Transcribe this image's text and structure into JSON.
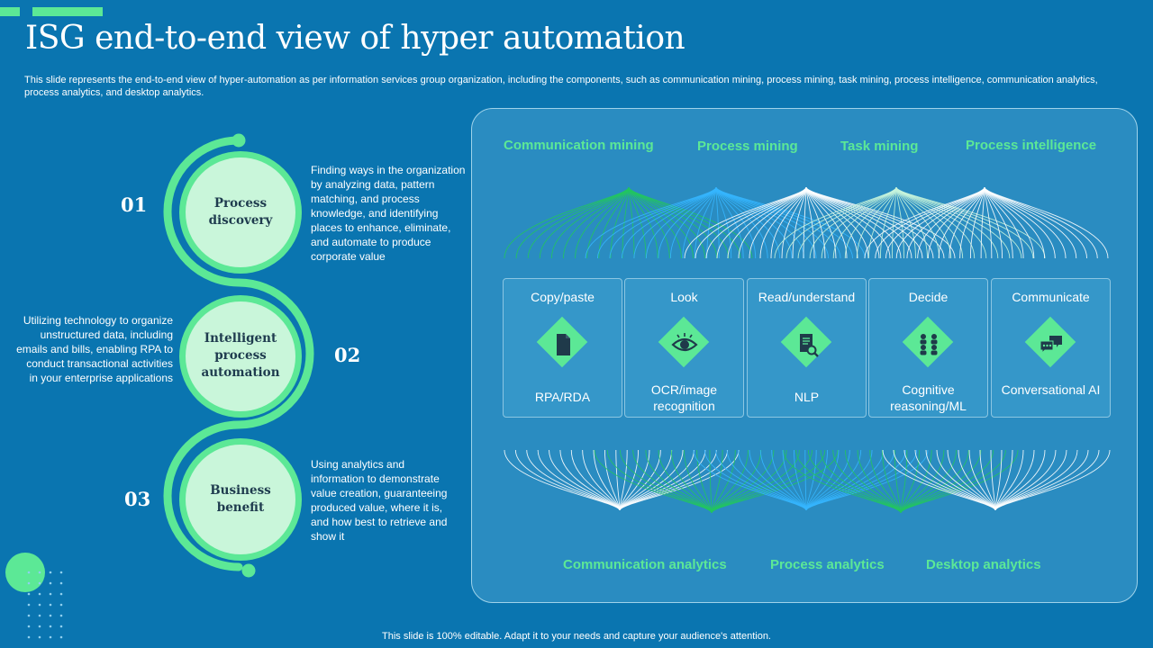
{
  "title": "ISG end-to-end view of hyper automation",
  "subtitle": "This slide represents the end-to-end view of hyper-automation as per information services group organization, including the components, such as communication mining, process mining, task mining, process intelligence, communication analytics, process analytics, and desktop analytics.",
  "footer": "This slide is 100% editable. Adapt it to your needs and capture your audience's attention.",
  "steps": [
    {
      "number": "01",
      "label": "Process discovery",
      "description": "Finding ways in the organization by analyzing data, pattern matching, and process knowledge, and identifying places to enhance, eliminate, and automate to produce corporate value"
    },
    {
      "number": "02",
      "label": "Intelligent process automation",
      "description": "Utilizing technology to organize unstructured data, including emails and bills, enabling RPA to conduct transactional activities in your enterprise applications"
    },
    {
      "number": "03",
      "label": "Business benefit",
      "description": "Using analytics and information to demonstrate value creation, guaranteeing produced value, where it is, and how best to retrieve and show it"
    }
  ],
  "mining": [
    "Communication mining",
    "Process mining",
    "Task mining",
    "Process intelligence"
  ],
  "cards": [
    {
      "top": "Copy/paste",
      "bottom": "RPA/RDA",
      "icon": "document-icon"
    },
    {
      "top": "Look",
      "bottom": "OCR/image recognition",
      "icon": "eye-icon"
    },
    {
      "top": "Read/understand",
      "bottom": "NLP",
      "icon": "document-search-icon"
    },
    {
      "top": "Decide",
      "bottom": "Cognitive reasoning/ML",
      "icon": "people-network-icon"
    },
    {
      "top": "Communicate",
      "bottom": "Conversational AI",
      "icon": "chat-bubbles-icon"
    }
  ],
  "analytics": [
    "Communication analytics",
    "Process analytics",
    "Desktop analytics"
  ],
  "colors": {
    "background": "#0a75b0",
    "accent": "#5ce896",
    "panel": "#2a8cc1",
    "circle_fill": "#c9f6da",
    "circle_text": "#1e3b4e"
  }
}
